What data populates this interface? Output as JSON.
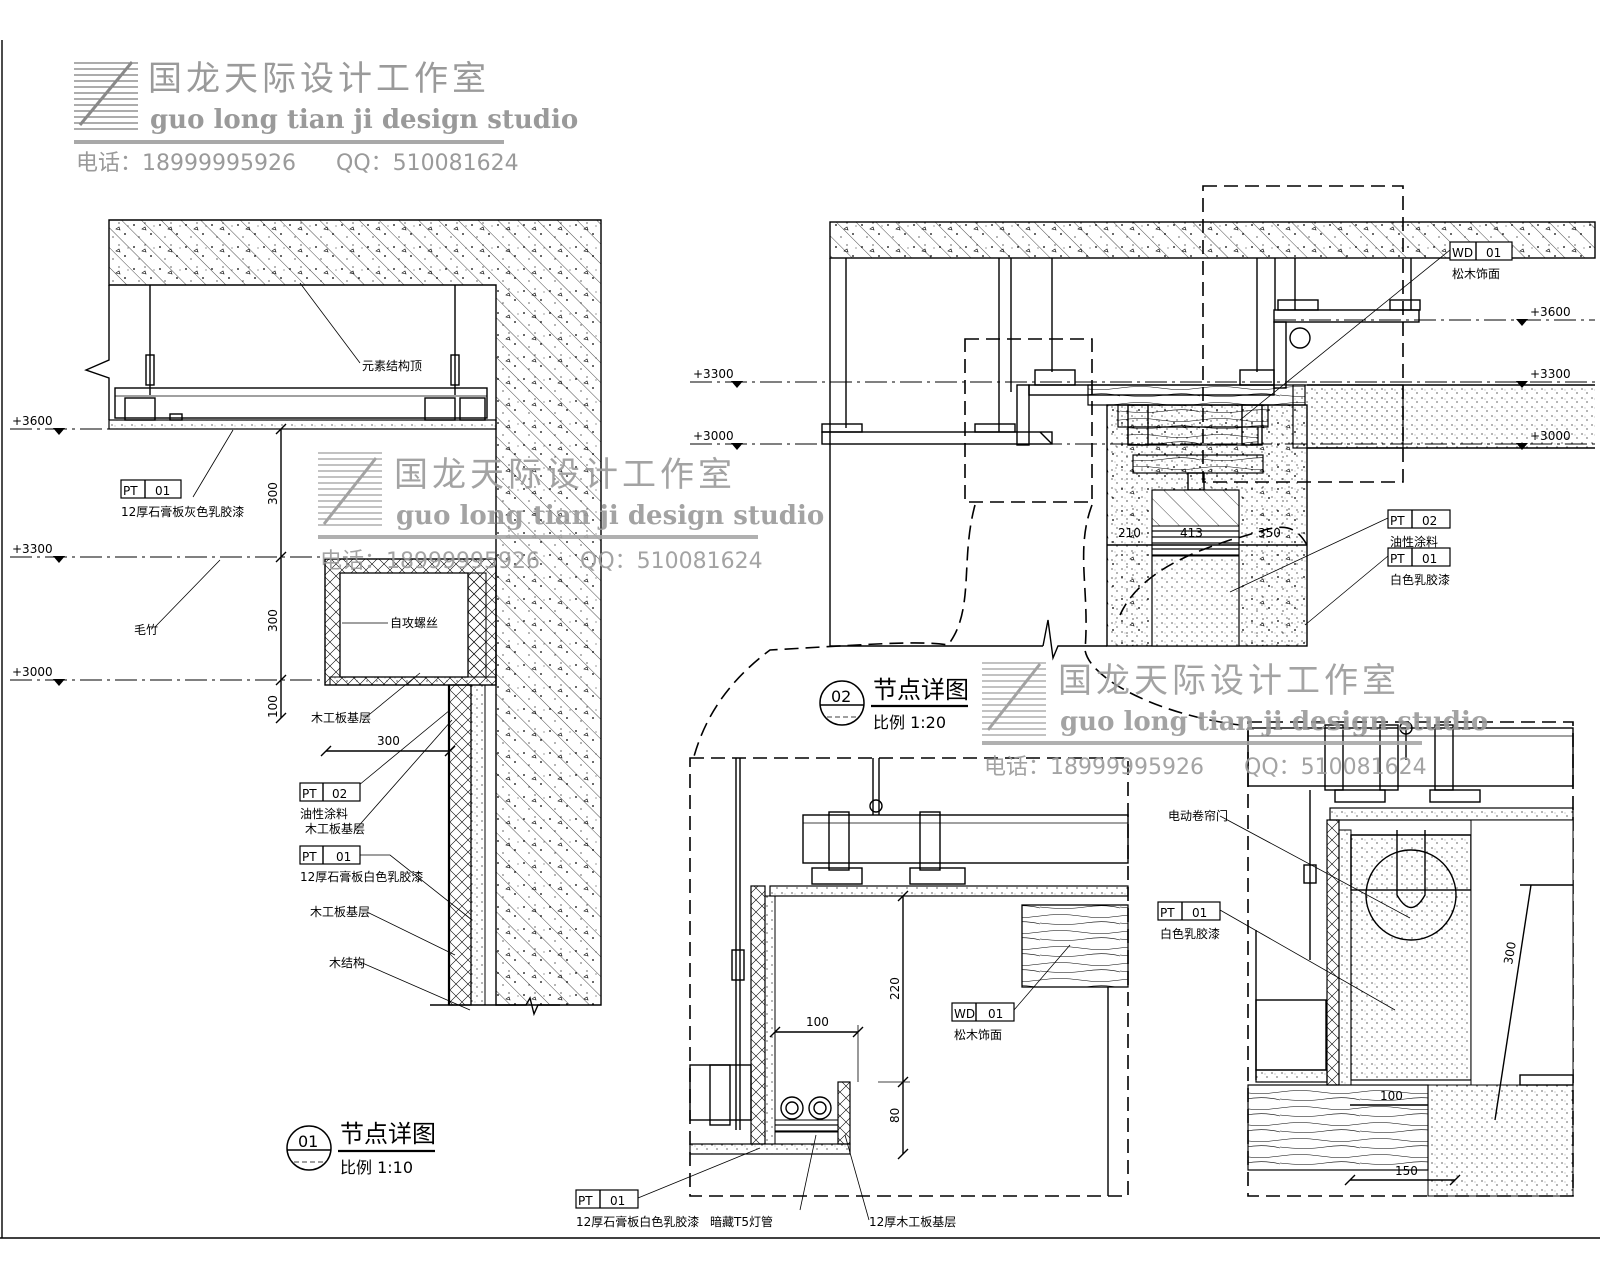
{
  "watermark": {
    "cn": "国龙天际设计工作室",
    "en": "guo long tian ji design studio",
    "phone": "电话：18999995926",
    "qq": "QQ：510081624"
  },
  "levels": {
    "l3600": "+3600",
    "l3300": "+3300",
    "l3000": "+3000"
  },
  "tags": {
    "pt": "PT",
    "wd": "WD",
    "n01": "01",
    "n02": "02"
  },
  "detail1": {
    "title": "节点详图",
    "number": "01",
    "scale": "比例   1:10",
    "labels": {
      "structure": "元素结构顶",
      "gypsum_grey": "12厚石膏板灰色乳胶漆",
      "maosong": "毛竹",
      "screw": "自攻螺丝",
      "wood_base": "木工板基层",
      "oil_paint": "油性涂料",
      "wood_base2": "木工板基层",
      "gypsum_white": "12厚石膏板白色乳胶漆",
      "wood_base3": "木工板基层",
      "wood_struct": "木结构"
    },
    "dims": {
      "d300a": "300",
      "d300b": "300",
      "d100": "100",
      "d300h": "300"
    }
  },
  "detail2": {
    "title": "节点详图",
    "number": "02",
    "scale": "比例   1:20",
    "labels": {
      "pine": "松木饰面",
      "oil_paint": "油性涂料",
      "white_latex": "白色乳胶漆"
    },
    "dims": {
      "d210": "210",
      "d413": "413",
      "d350": "350"
    }
  },
  "detail3": {
    "labels": {
      "gypsum_white": "12厚石膏板白色乳胶漆",
      "t5": "暗藏T5灯管",
      "wood12": "12厚木工板基层",
      "pine": "松木饰面"
    },
    "dims": {
      "d100": "100",
      "d220": "220",
      "d80": "80"
    }
  },
  "detail4": {
    "labels": {
      "curtain": "电动卷帘门",
      "white_latex": "白色乳胶漆"
    },
    "dims": {
      "d300": "300",
      "d100": "100",
      "d150": "150"
    }
  }
}
